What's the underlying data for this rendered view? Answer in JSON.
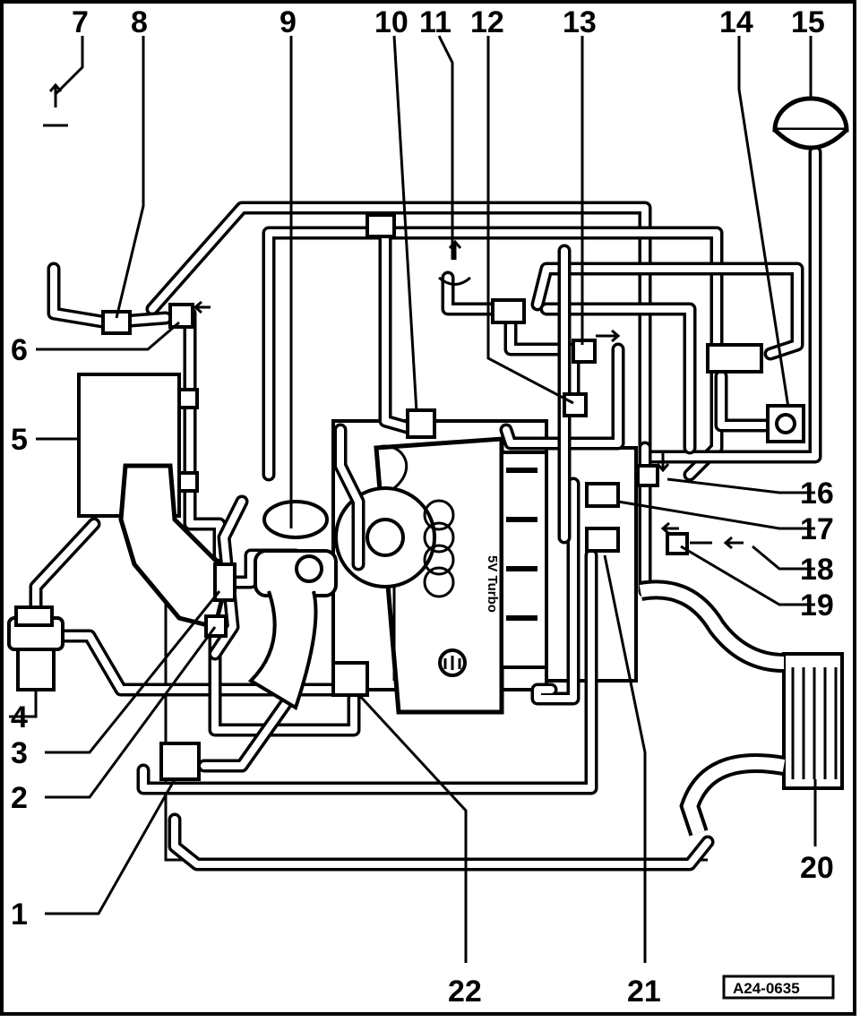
{
  "diagram": {
    "reference_code": "A24-0635",
    "engine_badge": "5V Turbo",
    "callouts": [
      {
        "id": "1",
        "label": "1"
      },
      {
        "id": "2",
        "label": "2"
      },
      {
        "id": "3",
        "label": "3"
      },
      {
        "id": "4",
        "label": "4"
      },
      {
        "id": "5",
        "label": "5"
      },
      {
        "id": "6",
        "label": "6"
      },
      {
        "id": "7",
        "label": "7"
      },
      {
        "id": "8",
        "label": "8"
      },
      {
        "id": "9",
        "label": "9"
      },
      {
        "id": "10",
        "label": "10"
      },
      {
        "id": "11",
        "label": "11"
      },
      {
        "id": "12",
        "label": "12"
      },
      {
        "id": "13",
        "label": "13"
      },
      {
        "id": "14",
        "label": "14"
      },
      {
        "id": "15",
        "label": "15"
      },
      {
        "id": "16",
        "label": "16"
      },
      {
        "id": "17",
        "label": "17"
      },
      {
        "id": "18",
        "label": "18"
      },
      {
        "id": "19",
        "label": "19"
      },
      {
        "id": "20",
        "label": "20"
      },
      {
        "id": "21",
        "label": "21"
      },
      {
        "id": "22",
        "label": "22"
      }
    ]
  }
}
